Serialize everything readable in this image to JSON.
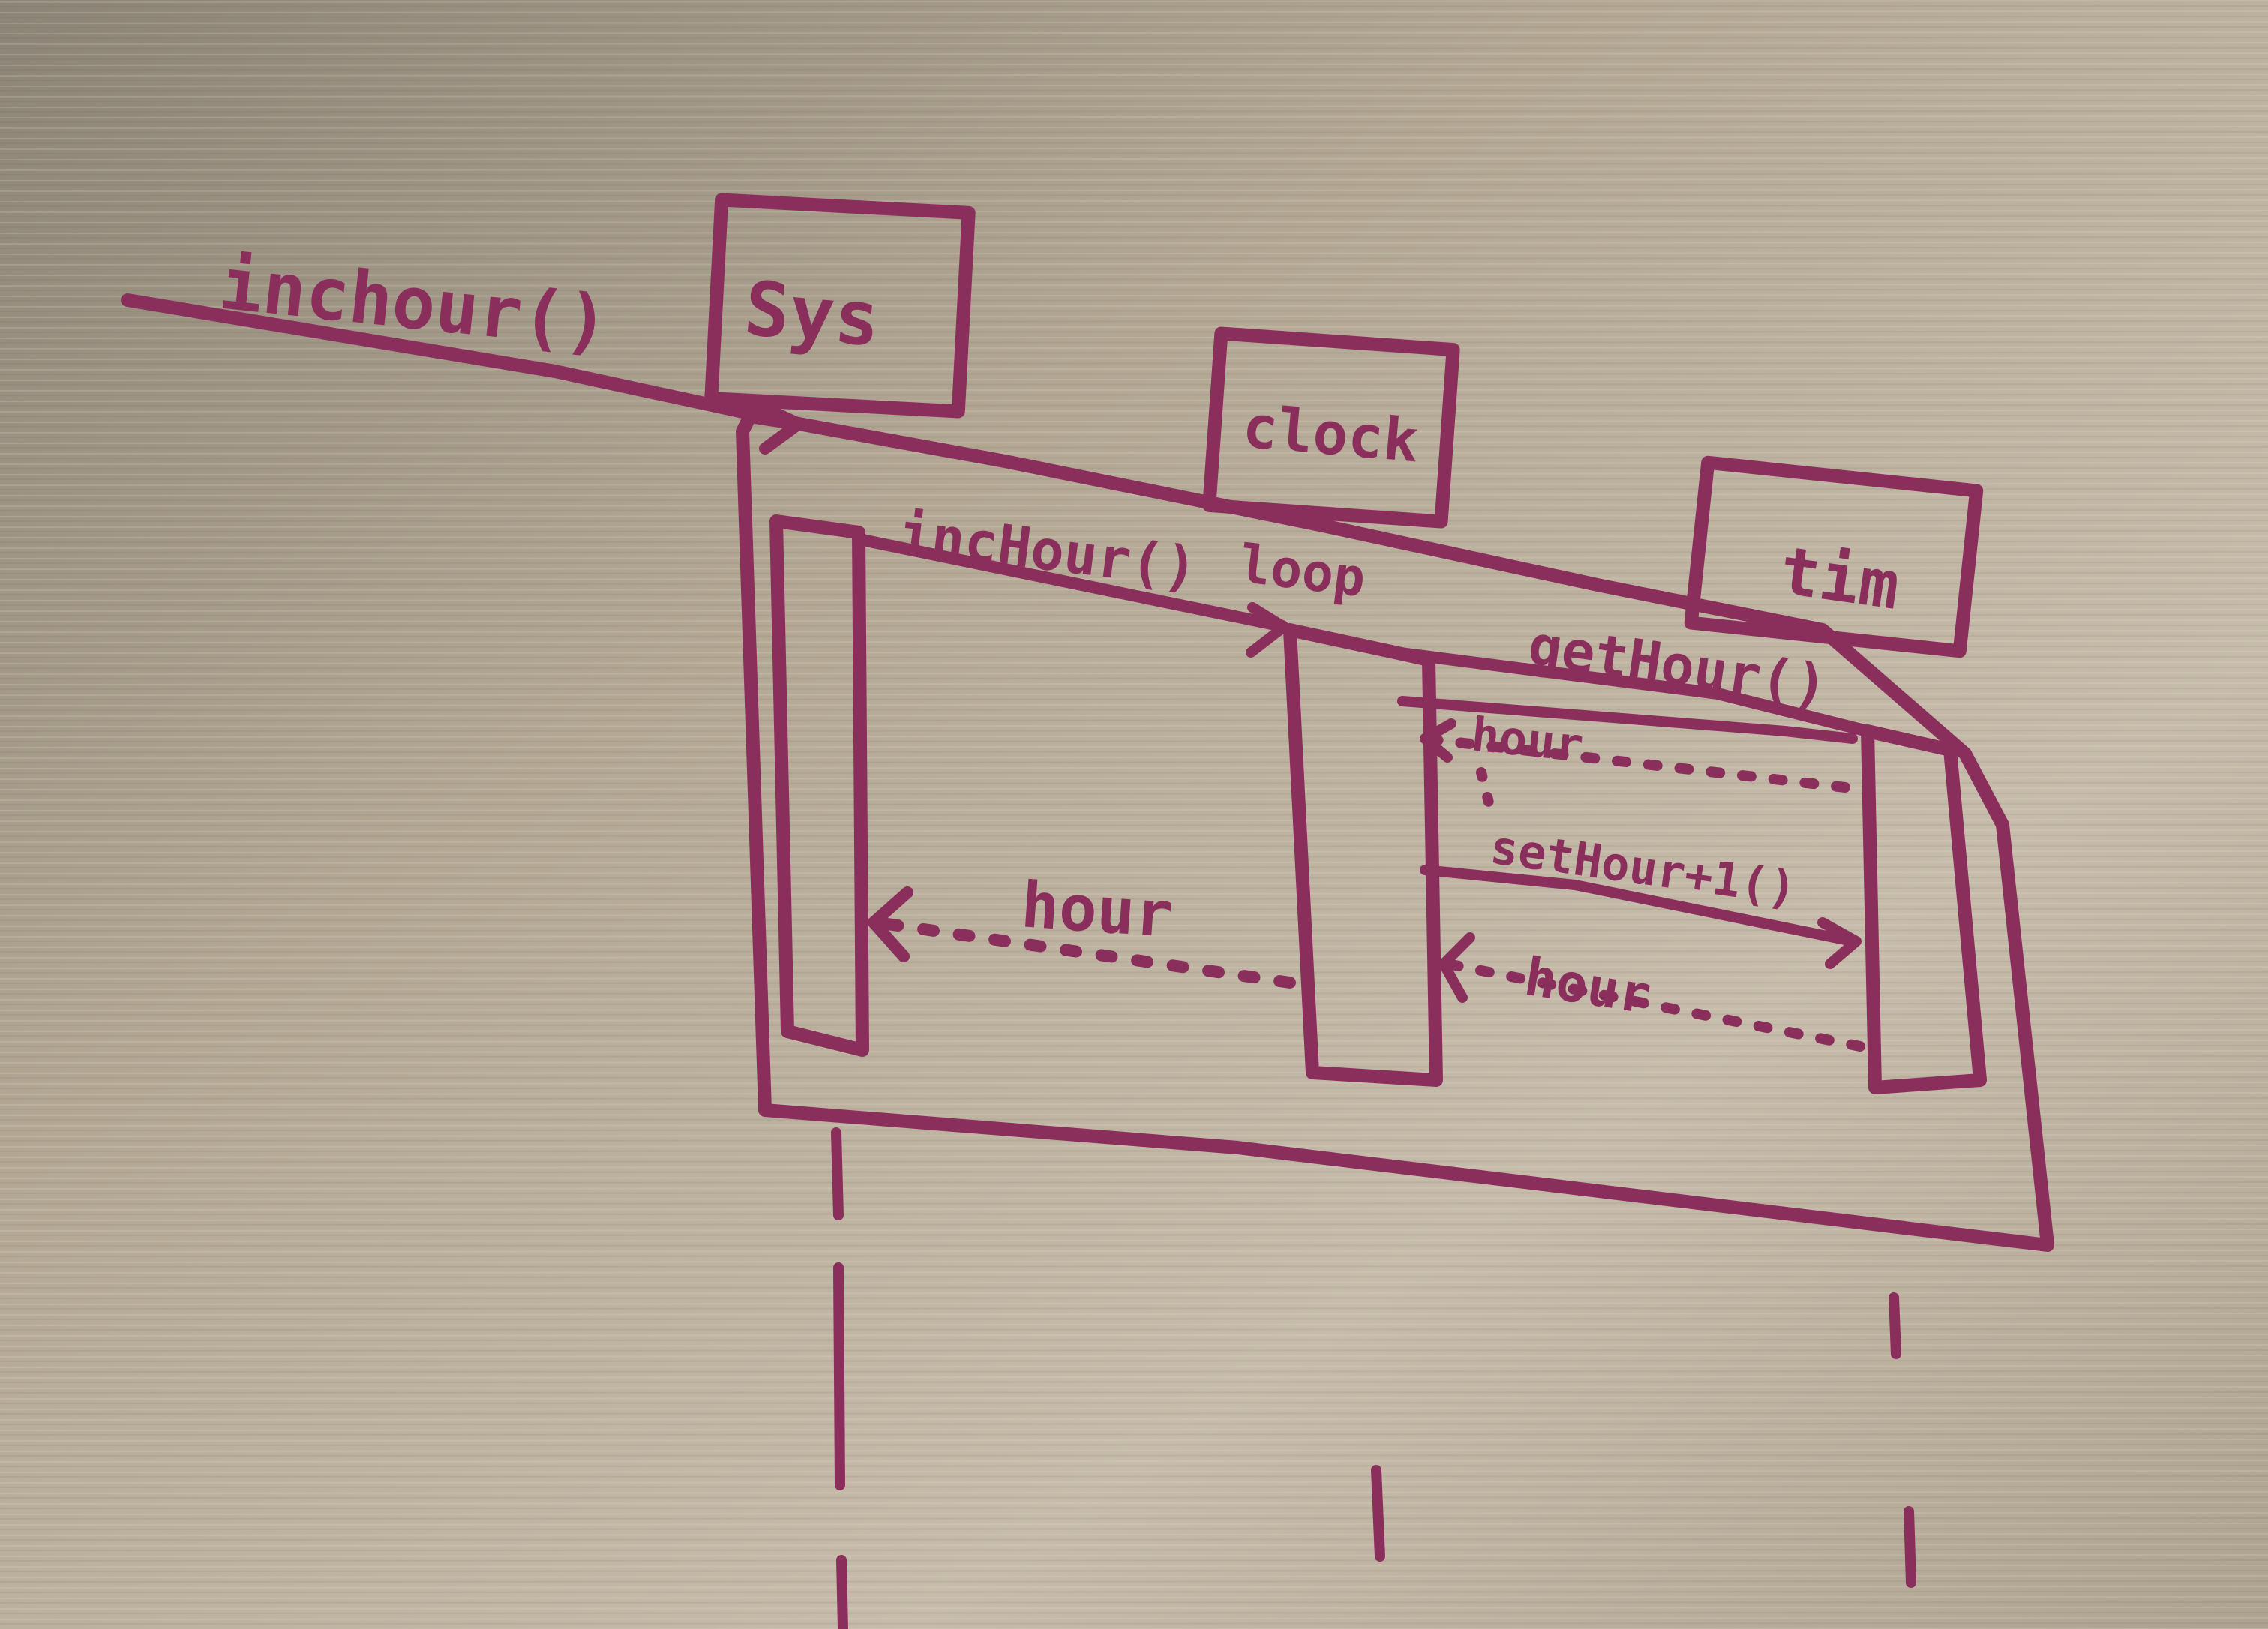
{
  "diagram": {
    "caller_message": "inchour()",
    "lifelines": [
      {
        "id": "sys",
        "label": "Sys"
      },
      {
        "id": "clock",
        "label": "clock"
      },
      {
        "id": "time",
        "label": "tim"
      }
    ],
    "fragment": {
      "label": "loop"
    },
    "messages": [
      {
        "label": "incHour()"
      },
      {
        "label": "getHour()"
      },
      {
        "label": "hour"
      },
      {
        "label": "setHour+1()"
      },
      {
        "label": "hour"
      },
      {
        "label": "hour"
      }
    ],
    "ink_color": "#8a2f5c",
    "board_color": "#b8aa98"
  }
}
